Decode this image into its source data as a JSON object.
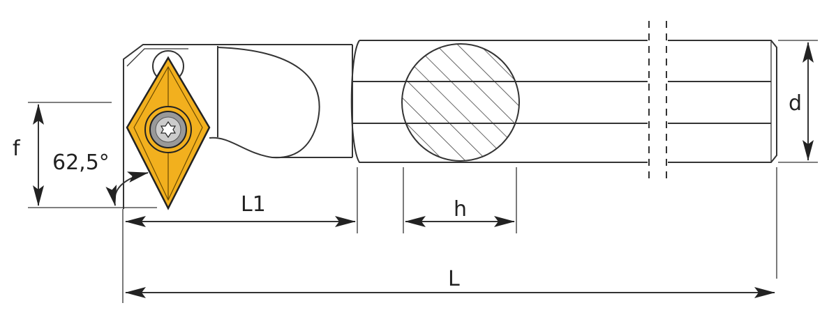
{
  "labels": {
    "f": "f",
    "angle": "62,5°",
    "L1": "L1",
    "h": "h",
    "L": "L",
    "d": "d"
  },
  "colors": {
    "insert": "#F2B01E",
    "line": "#333333"
  }
}
